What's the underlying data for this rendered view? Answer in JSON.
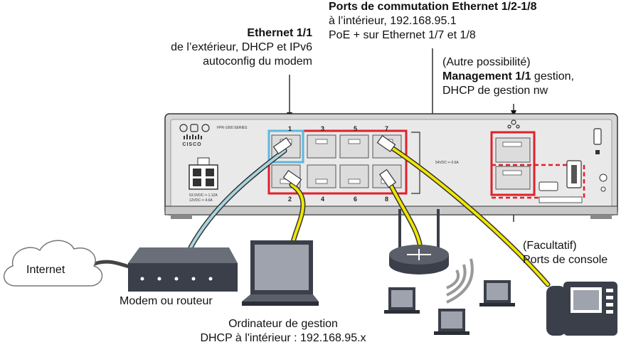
{
  "callouts": {
    "eth11": {
      "title": "Ethernet 1/1",
      "line1": "de l’extérieur, DHCP et IPv6",
      "line2": "autoconfig du modem"
    },
    "switch": {
      "title": "Ports de commutation Ethernet 1/2-1/8",
      "line1": "à l’intérieur, 192.168.95.1",
      "line2": "PoE + sur Ethernet 1/7 et 1/8"
    },
    "mgmt": {
      "line0": "(Autre possibilité)",
      "title": "Management 1/1",
      "title_suffix": " gestion,",
      "line2": "DHCP de gestion nw"
    },
    "console": {
      "line1": "(Facultatif)",
      "line2": "Ports de console"
    },
    "internet": "Internet",
    "modem": "Modem ou routeur",
    "computer": {
      "line1": "Ordinateur de gestion",
      "line2": "DHCP à l'intérieur : 192.168.95.x"
    }
  },
  "device": {
    "series": "FPR-1000 SERIES",
    "logo": "CISCO",
    "port_numbers_top": [
      "1",
      "3",
      "5",
      "7"
    ],
    "port_numbers_bottom": [
      "2",
      "4",
      "6",
      "8"
    ],
    "power_label1": "53.5VDC ═ 1.12A",
    "power_label2": "12VDC ═ 4.6A",
    "poe_label": "54VDC ═ 0.6A"
  },
  "colors": {
    "highlight_red": "#e0212b",
    "highlight_blue": "#5bb8e0",
    "cable_yellow": "#f1e600",
    "cable_blue": "#a9d4e0",
    "device_gray": "#d9d9d9",
    "icon_dark": "#3a3f4a"
  }
}
